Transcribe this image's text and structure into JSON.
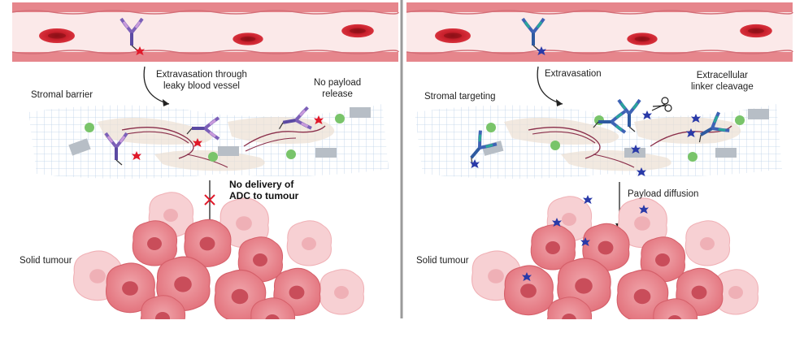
{
  "left_panel": {
    "extravasation": "Extravasation through leaky blood vessel",
    "extravasation_line1": "Extravasation through",
    "extravasation_line2": "leaky blood vessel",
    "stromal": "Stromal barrier",
    "no_payload_line1": "No payload",
    "no_payload_line2": "release",
    "no_delivery_line1": "No delivery of",
    "no_delivery_line2": "ADC to tumour",
    "tumour": "Solid tumour"
  },
  "right_panel": {
    "extravasation": "Extravasation",
    "stromal": "Stromal targeting",
    "cleavage_line1": "Extracellular",
    "cleavage_line2": "linker cleavage",
    "diffusion": "Payload diffusion",
    "tumour": "Solid tumour"
  },
  "icons": [
    "antibody-drug-conjugate-icon",
    "red-blood-cell-icon",
    "payload-star-icon",
    "scissors-icon",
    "cross-icon",
    "arrow-icon"
  ],
  "colors": {
    "vessel_wall": "#e6868c",
    "vessel_lumen": "#fbe9e9",
    "red_blood_cell": "#c8202c",
    "tumour": "#e77d86",
    "tumour_light": "#f5c5c8",
    "left_payload": "#e0192a",
    "right_payload": "#2a3aa8",
    "antibody_left": "#7c60b8",
    "antibody_right": "#3e63b5",
    "antibody_teal": "#2aa79a",
    "green_cell": "#79c46a",
    "divider": "#9a9a9a"
  }
}
